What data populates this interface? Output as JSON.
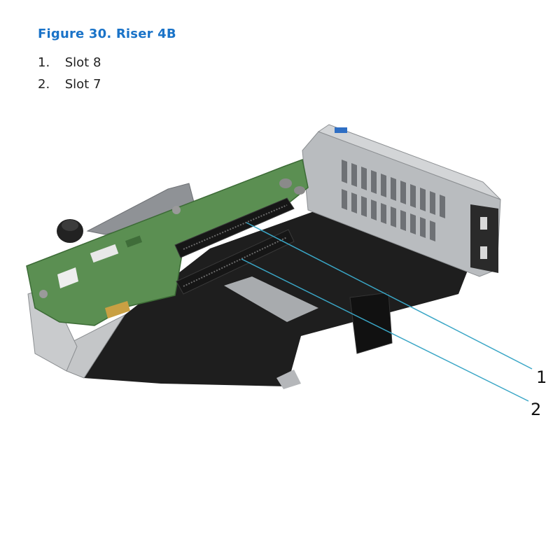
{
  "figure": {
    "title": "Figure 30. Riser 4B",
    "title_color": "#1a73c8"
  },
  "legend": {
    "items": [
      {
        "number": "1.",
        "label": "Slot 8"
      },
      {
        "number": "2.",
        "label": "Slot 7"
      }
    ]
  },
  "callouts": [
    {
      "number": "1",
      "target": "Slot 8"
    },
    {
      "number": "2",
      "target": "Slot 7"
    }
  ],
  "colors": {
    "callout_line": "#3aa6c6",
    "pcb": "#5b8f52",
    "bracket_metal": "#b9bcbf",
    "base_plate": "#1e1e1e"
  }
}
